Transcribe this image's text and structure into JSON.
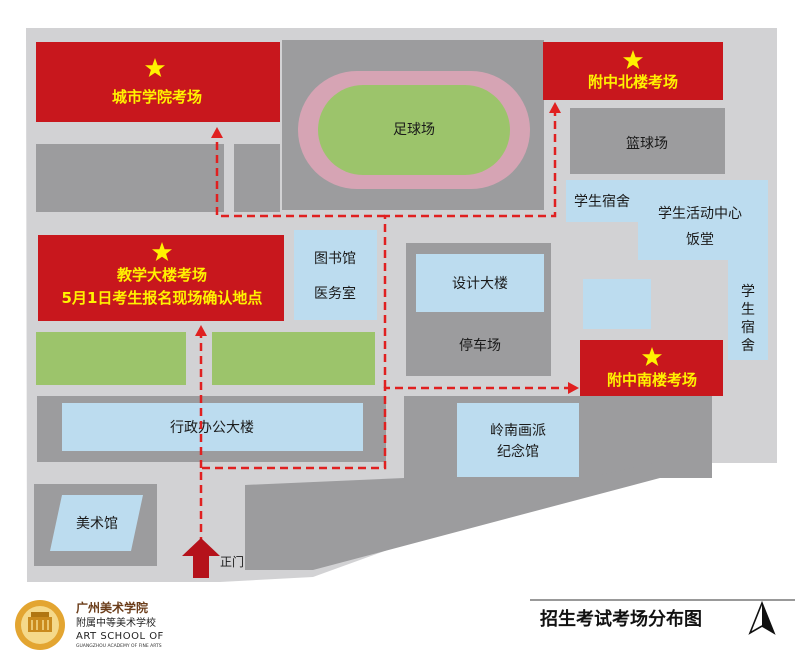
{
  "map": {
    "title": "招生考试考场分布图",
    "colors": {
      "campus_ground": "#d2d2d4",
      "building": "#9c9c9e",
      "exam_hall": "#c8171d",
      "exam_text": "#fff200",
      "facility": "#bcdcef",
      "field": "#9cc46b",
      "track": "#d6a4b4",
      "route": "#e02020"
    },
    "exam_halls": {
      "city_college": "城市学院考场",
      "north_building": "附中北楼考场",
      "teaching_building": "教学大楼考场",
      "teaching_building_note": "5月1日考生报名现场确认地点",
      "south_building": "附中南楼考场"
    },
    "places": {
      "football_field": "足球场",
      "basketball_court": "篮球场",
      "dormitory": "学生宿舍",
      "activity_center": "学生活动中心",
      "canteen": "饭堂",
      "dormitory_2": "学生宿舍",
      "library": "图书馆",
      "clinic": "医务室",
      "design_building": "设计大楼",
      "parking": "停车场",
      "admin_building": "行政办公大楼",
      "lingnan_memorial_line1": "岭南画派",
      "lingnan_memorial_line2": "纪念馆",
      "art_gallery": "美术馆",
      "main_gate": "正门"
    },
    "logo": {
      "school_name_cn": "广州美术学院",
      "school_sub_cn": "附属中等美术学校",
      "school_name_en": "ART SCHOOL OF",
      "school_sub_en": "GUANGZHOU ACADEMY OF FINE ARTS"
    },
    "icons": {
      "exam_marker": "star-icon",
      "entrance": "entrance-arrow-icon",
      "compass": "north-arrow-icon"
    }
  }
}
